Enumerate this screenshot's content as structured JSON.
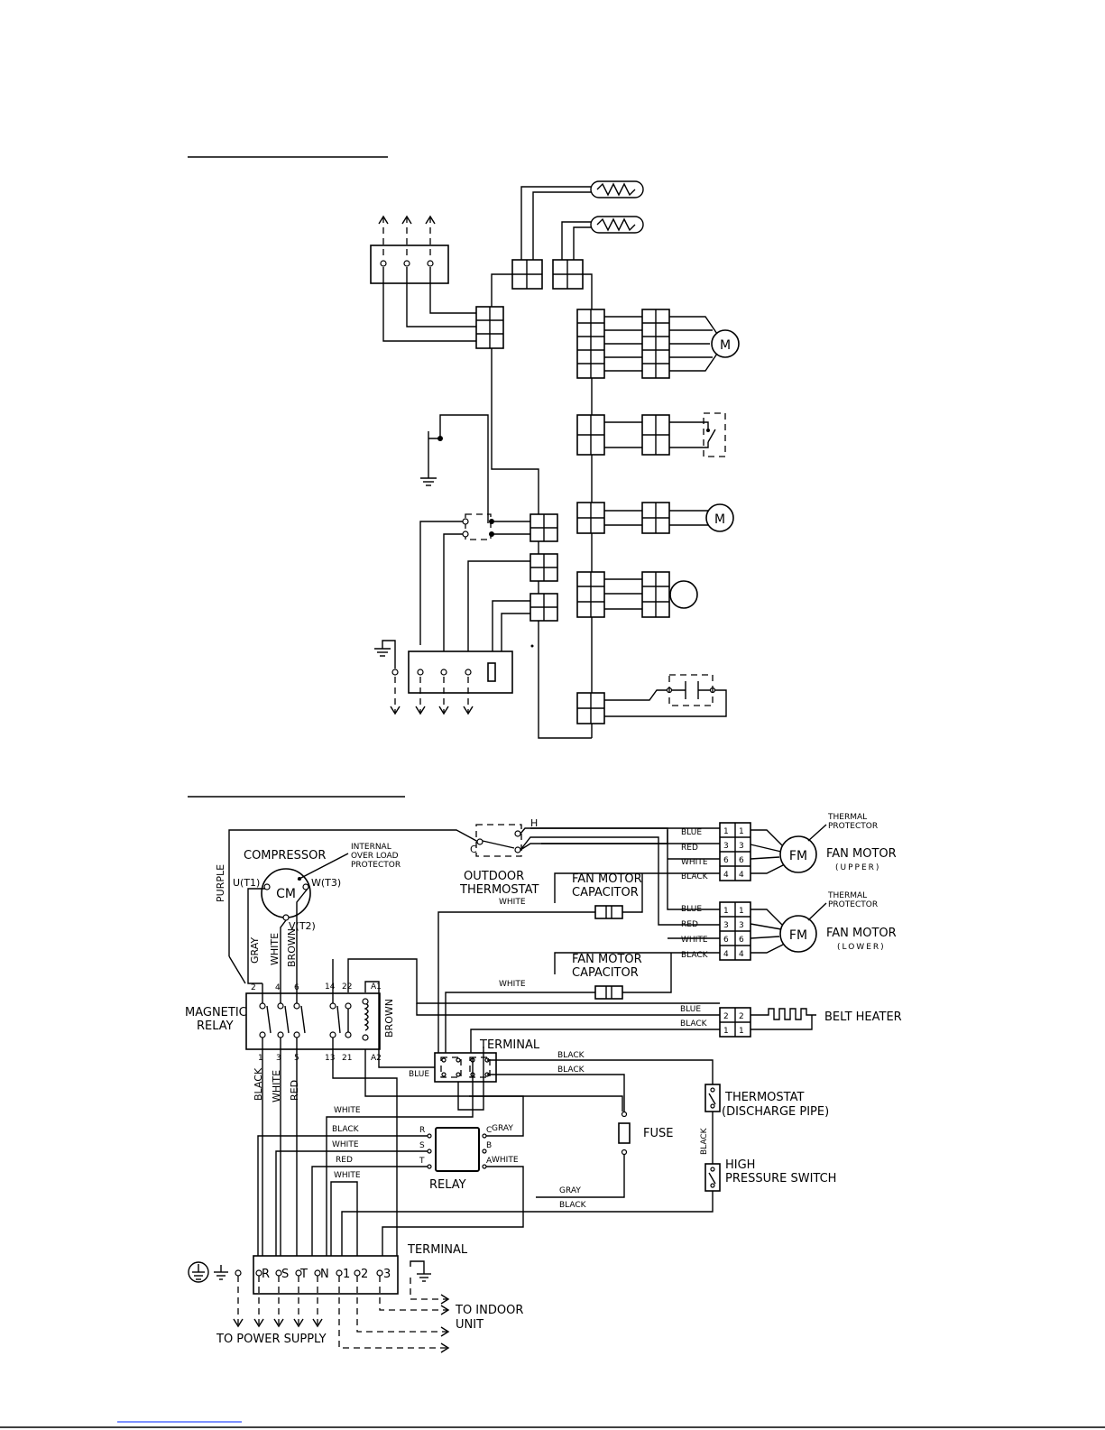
{
  "indoor": {
    "title": "",
    "motor_symbol": "M"
  },
  "outdoor": {
    "title": "",
    "compressor": {
      "label": "COMPRESSOR",
      "symbol": "CM",
      "t1": "U(T1)",
      "t2": "V(T2)",
      "t3": "W(T3)",
      "protector": [
        "INTERNAL",
        "OVER LOAD",
        "PROTECTOR"
      ]
    },
    "outdoor_thermostat": {
      "label": [
        "OUTDOOR",
        "THERMOSTAT"
      ],
      "c": "C",
      "h": "H"
    },
    "fan_upper": {
      "symbol": "FM",
      "label": "FAN MOTOR",
      "sub": "(UPPER)",
      "protector": [
        "THERMAL",
        "PROTECTOR"
      ],
      "capacitor": [
        "FAN MOTOR",
        "CAPACITOR"
      ]
    },
    "fan_lower": {
      "symbol": "FM",
      "label": "FAN MOTOR",
      "sub": "(LOWER)",
      "protector": [
        "THERMAL",
        "PROTECTOR"
      ],
      "capacitor": [
        "FAN MOTOR",
        "CAPACITOR"
      ]
    },
    "fan_connector_pins": [
      "1",
      "3",
      "6",
      "4"
    ],
    "belt_heater": {
      "label": "BELT HEATER",
      "pins": [
        "2",
        "1"
      ]
    },
    "magnetic_relay": {
      "label": [
        "MAGNETIC",
        "RELAY"
      ],
      "top_pins": [
        "2",
        "4",
        "6",
        "14",
        "22",
        "A1"
      ],
      "bottom_pins": [
        "1",
        "3",
        "5",
        "13",
        "21",
        "A2"
      ]
    },
    "terminal_mid": "TERMINAL",
    "fuse": "FUSE",
    "thermostat_discharge": [
      "THERMOSTAT",
      "(DISCHARGE PIPE)"
    ],
    "high_pressure_switch": [
      "HIGH",
      "PRESSURE SWITCH"
    ],
    "relay": {
      "label": "RELAY",
      "left": [
        "R",
        "S",
        "T"
      ],
      "right": [
        "C",
        "B",
        "A"
      ]
    },
    "terminal_bottom": {
      "label": "TERMINAL",
      "pins": [
        "R",
        "S",
        "T",
        "N",
        "1",
        "2",
        "3"
      ]
    },
    "to_power_supply": "TO POWER SUPPLY",
    "to_indoor_unit": [
      "TO INDOOR",
      "UNIT"
    ],
    "wires": {
      "purple": "PURPLE",
      "gray": "GRAY",
      "white": "WHITE",
      "brown": "BROWN",
      "black": "BLACK",
      "red": "RED",
      "blue": "BLUE"
    }
  },
  "footer_link": ""
}
